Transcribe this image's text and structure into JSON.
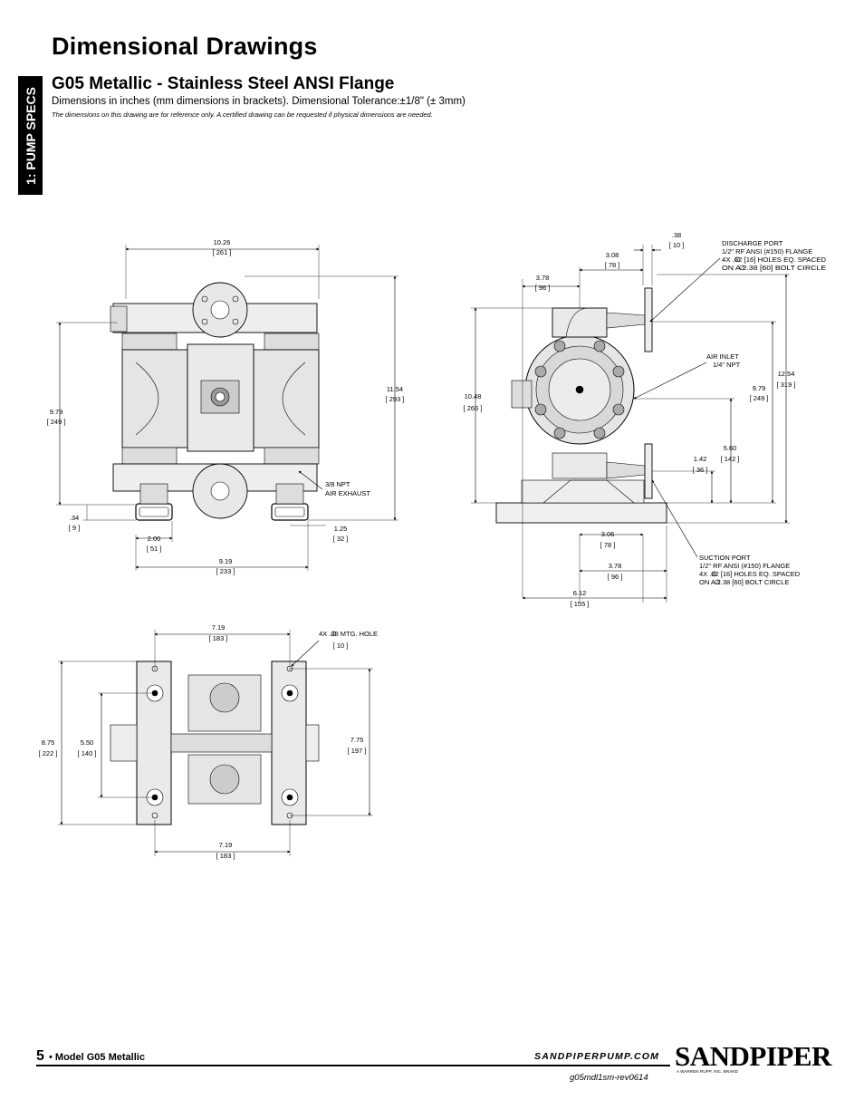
{
  "page": {
    "title": "Dimensional Drawings",
    "side_tab": "1: PUMP SPECS",
    "subtitle": "G05 Metallic - Stainless Steel ANSI Flange",
    "dims_note": "Dimensions in inches (mm dimensions in brackets).  Dimensional Tolerance:±1/8\" (± 3mm)",
    "ref_note": "The dimensions on this drawing are for reference only.  A certified drawing can be requested if physical dimensions are needed."
  },
  "front_view": {
    "width_top": {
      "in": "10.26",
      "mm": "261"
    },
    "height_left": {
      "in": "9.79",
      "mm": "249"
    },
    "height_right": {
      "in": "11.54",
      "mm": "293"
    },
    "foot_height": {
      "in": ".34",
      "mm": "9"
    },
    "foot_left": {
      "in": "2.00",
      "mm": "51"
    },
    "foot_right": {
      "in": "1.25",
      "mm": "32"
    },
    "base_width": {
      "in": "9.19",
      "mm": "233"
    },
    "exhaust_label_1": "3/8 NPT",
    "exhaust_label_2": "AIR EXHAUST"
  },
  "side_view": {
    "top_offset": {
      "in": ".38",
      "mm": "10"
    },
    "discharge_offset": {
      "in": "3.08",
      "mm": "78"
    },
    "center_offset": {
      "in": "3.78",
      "mm": "96"
    },
    "height_left": {
      "in": "10.48",
      "mm": "266"
    },
    "height_right_a": {
      "in": "9.79",
      "mm": "249"
    },
    "height_right_b": {
      "in": "12.54",
      "mm": "319"
    },
    "suction_height": {
      "in": "5.60",
      "mm": "142"
    },
    "suction_low": {
      "in": "1.42",
      "mm": "36"
    },
    "bottom_a": {
      "in": "3.06",
      "mm": "78"
    },
    "bottom_b": {
      "in": "3.78",
      "mm": "96"
    },
    "bottom_total": {
      "in": "6.12",
      "mm": "155"
    },
    "discharge_1": "DISCHARGE PORT",
    "discharge_2": "1/2\" RF ANSI (#150) FLANGE",
    "discharge_3": "4X   .62 [16] HOLES EQ. SPACED",
    "discharge_4": "ON A    2.38 [60] BOLT CIRCLE",
    "air_inlet_1": "AIR INLET",
    "air_inlet_2": "1/4\" NPT",
    "suction_1": "SUCTION PORT",
    "suction_2": "1/2\" RF ANSI (#150) FLANGE",
    "suction_3": "4X   .62 [16] HOLES EQ. SPACED",
    "suction_4": "ON A    2.38 [60] BOLT CIRCLE"
  },
  "bottom_view": {
    "top_width": {
      "in": "7.19",
      "mm": "183"
    },
    "hole_label": "4X    .38  MTG. HOLE",
    "hole_mm": "10",
    "height_a": {
      "in": "8.75",
      "mm": "222"
    },
    "height_b": {
      "in": "5.50",
      "mm": "140"
    },
    "height_c": {
      "in": "7.75",
      "mm": "197"
    },
    "bottom_width": {
      "in": "7.19",
      "mm": "183"
    }
  },
  "footer": {
    "page_number": "5",
    "model": "• Model G05 Metallic",
    "url": "SANDPIPERPUMP.COM",
    "rev": "g05mdl1sm-rev0614",
    "logo": "SANDPIPER",
    "logo_tag": "A WARREN RUPP, INC. BRAND"
  },
  "colors": {
    "ink": "#000000",
    "part_fill": "#e6e6e6",
    "background": "#ffffff"
  }
}
